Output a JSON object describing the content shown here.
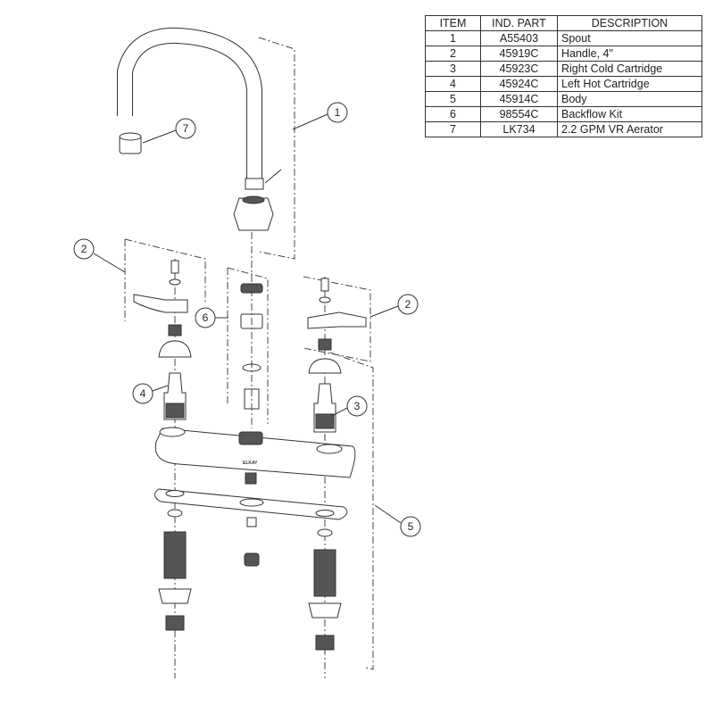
{
  "parts_table": {
    "headers": [
      "ITEM",
      "IND. PART",
      "DESCRIPTION"
    ],
    "rows": [
      {
        "item": "1",
        "part": "A55403",
        "description": "Spout"
      },
      {
        "item": "2",
        "part": "45919C",
        "description": "Handle, 4\""
      },
      {
        "item": "3",
        "part": "45923C",
        "description": "Right Cold Cartridge"
      },
      {
        "item": "4",
        "part": "45924C",
        "description": "Left Hot Cartridge"
      },
      {
        "item": "5",
        "part": "45914C",
        "description": "Body"
      },
      {
        "item": "6",
        "part": "98554C",
        "description": "Backflow Kit"
      },
      {
        "item": "7",
        "part": "LK734",
        "description": "2.2 GPM VR Aerator"
      }
    ]
  },
  "callouts": {
    "spout": "1",
    "aerator": "7",
    "handle_left": "2",
    "backflow": "6",
    "handle_right": "2",
    "cartridge_left": "4",
    "cartridge_right": "3",
    "body": "5"
  },
  "body_logo": "ELKAY"
}
